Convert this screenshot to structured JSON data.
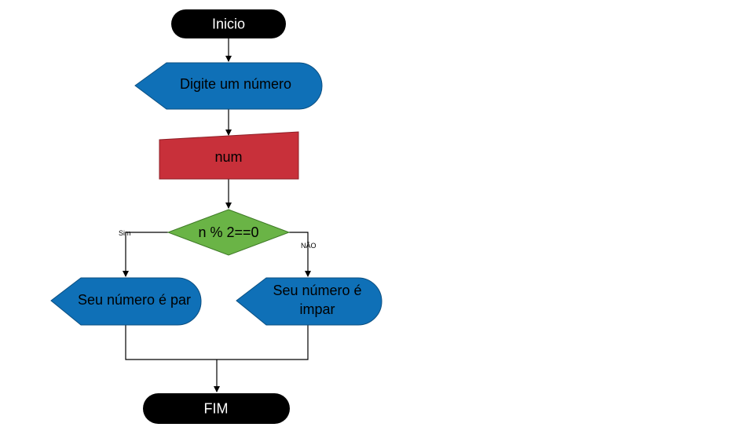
{
  "nodes": {
    "start": {
      "label": "Inicio",
      "shape": "terminator",
      "color": "#000000",
      "text_color": "#ffffff"
    },
    "prompt": {
      "label": "Digite um número",
      "shape": "display",
      "color": "#0f70b7"
    },
    "input": {
      "label": "num",
      "shape": "manual-input",
      "color": "#c8303a"
    },
    "decision": {
      "label": "n % 2==0",
      "shape": "decision",
      "color": "#6ab446"
    },
    "even": {
      "label": "Seu número é par",
      "shape": "display",
      "color": "#0f70b7"
    },
    "odd": {
      "label_line1": "Seu número é",
      "label_line2": "impar",
      "shape": "display",
      "color": "#0f70b7"
    },
    "end": {
      "label": "FIM",
      "shape": "terminator",
      "color": "#000000",
      "text_color": "#ffffff"
    }
  },
  "edges": [
    {
      "from": "start",
      "to": "prompt",
      "label": ""
    },
    {
      "from": "prompt",
      "to": "input",
      "label": ""
    },
    {
      "from": "input",
      "to": "decision",
      "label": ""
    },
    {
      "from": "decision",
      "to": "even",
      "label": "Sim"
    },
    {
      "from": "decision",
      "to": "odd",
      "label": "NÃO"
    },
    {
      "from": "even",
      "to": "end",
      "label": ""
    },
    {
      "from": "odd",
      "to": "end",
      "label": ""
    }
  ],
  "edge_labels": {
    "yes": "Sim",
    "no": "NÃO"
  }
}
